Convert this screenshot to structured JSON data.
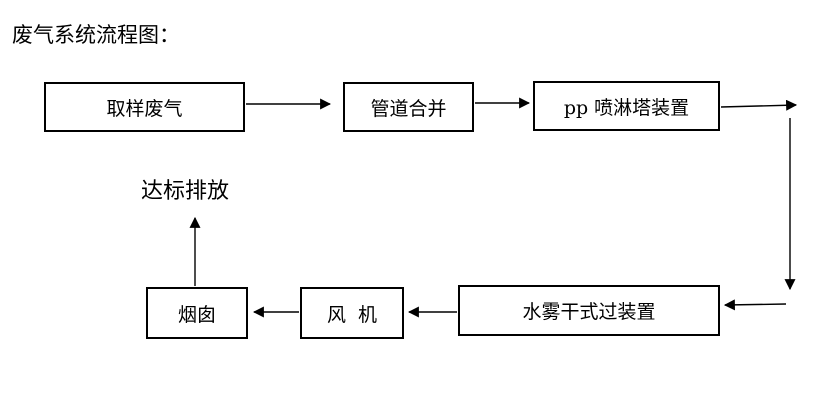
{
  "heading": "废气系统流程图：",
  "steps": {
    "sampling": "取样废气",
    "merge": "管道合并",
    "spray_tower": "pp 喷淋塔装置",
    "mist_dry": "水雾干式过装置",
    "fan": "风  机",
    "chimney": "烟囱",
    "discharge": "达标排放"
  }
}
